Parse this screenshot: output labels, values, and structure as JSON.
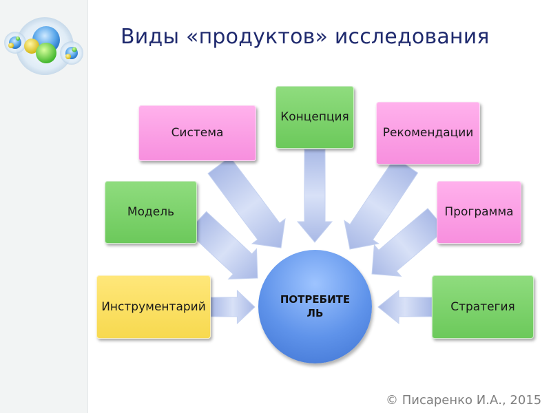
{
  "slide": {
    "title": "Виды «продуктов» исследования",
    "copyright": "© Писаренко И.А., 2015"
  },
  "diagram": {
    "center": "ПОТРЕБИТЕЛЬ",
    "nodes": [
      {
        "id": "sistema",
        "label": "Система",
        "color": "#f78fde"
      },
      {
        "id": "kontseptsiya",
        "label": "Концепция",
        "color": "#6cc95b"
      },
      {
        "id": "rekomendatsii",
        "label": "Рекомендации",
        "color": "#f78fde"
      },
      {
        "id": "model",
        "label": "Модель",
        "color": "#6cc95b"
      },
      {
        "id": "programma",
        "label": "Программа",
        "color": "#f78fde"
      },
      {
        "id": "instrumentariy",
        "label": "Инструментарий",
        "color": "#f7d94f"
      },
      {
        "id": "strategiya",
        "label": "Стратегия",
        "color": "#6cc95b"
      }
    ],
    "arrow_color": "#b9c7ec",
    "center_color": "#5f93ea"
  }
}
